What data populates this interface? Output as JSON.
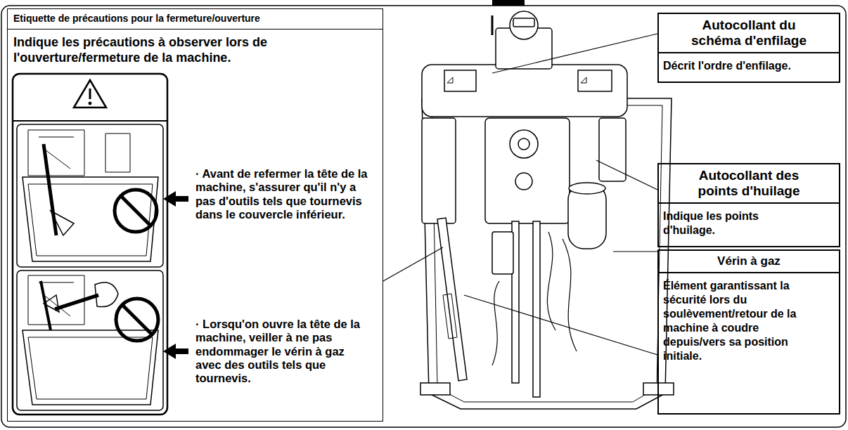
{
  "diagram": {
    "nodes": [
      {
        "text": [
          "Etiquette de précautions pour la fermeture/ouverture",
          "Indique les précautions à observer lors de l'ouverture/fermeture de la machine."
        ]
      },
      {
        "text": [
          "Autocollant du schéma d'enfilage",
          "Décrit l'ordre d'enfilage."
        ]
      },
      {
        "text": [
          "Autocollant des points d'huilage",
          "Indique les points d'huilage."
        ]
      },
      {
        "text": [
          "Vérin à gaz",
          "Élément garantissant la sécurité lors du soulèvement/retour de la machine à coudre depuis/vers sa position initiale."
        ]
      }
    ],
    "labels": [
      "· Avant de refermer la tête de la machine, s'assurer qu'il n'y a pas d'outils tels que tournevis dans le couvercle inférieur.",
      "· Lorsqu'on ouvre la tête de la machine, veiller à ne pas endommager le vérin à gaz avec des outils tels que tournevis."
    ]
  }
}
